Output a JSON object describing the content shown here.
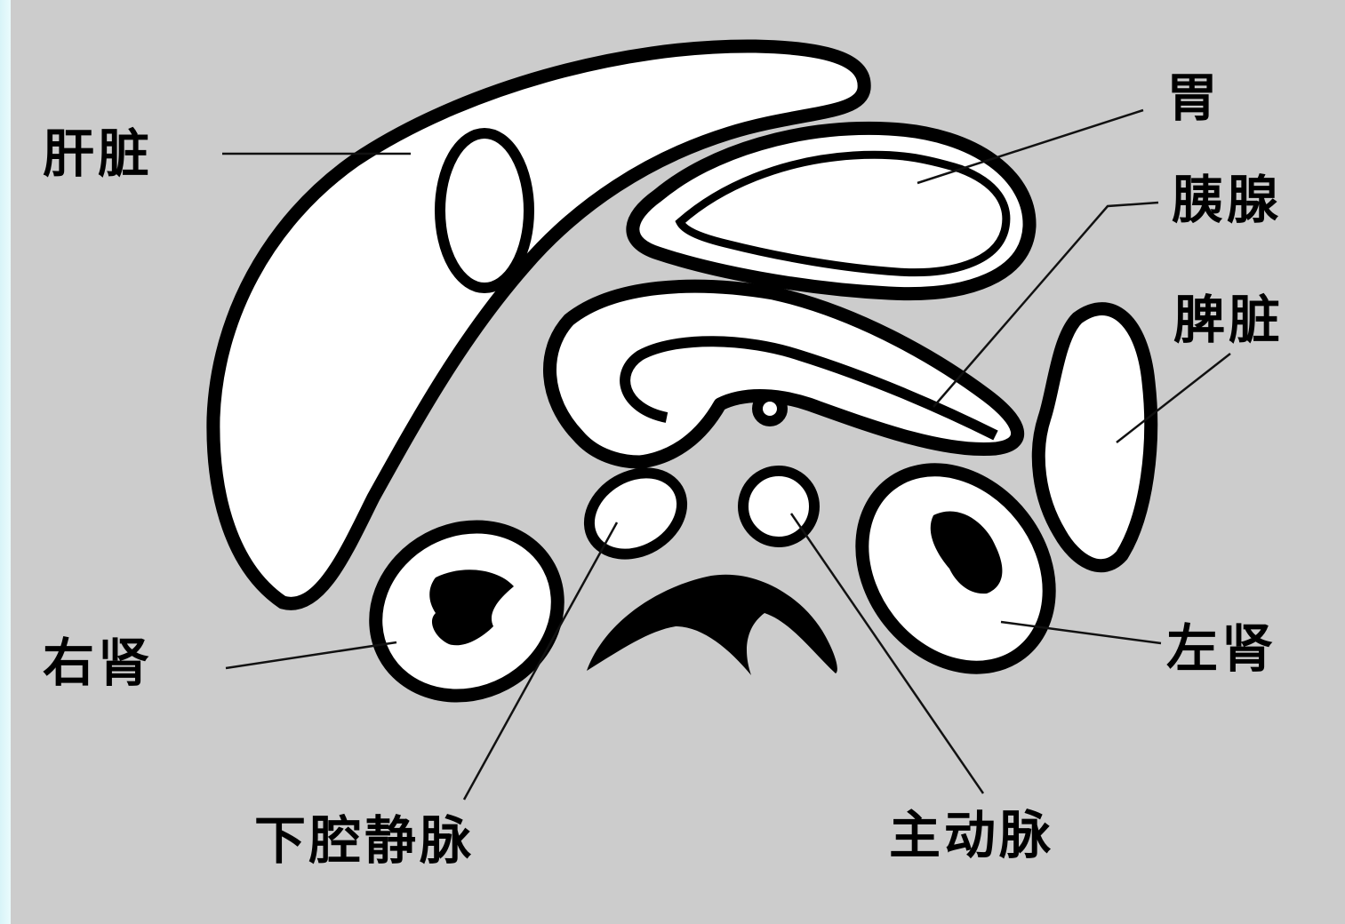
{
  "labels": {
    "liver": "肝脏",
    "stomach": "胃",
    "pancreas": "胰腺",
    "spleen": "脾脏",
    "right_kidney": "右肾",
    "left_kidney": "左肾",
    "ivc": "下腔静脉",
    "aorta": "主动脉"
  },
  "colors": {
    "background": "#cccccc",
    "left_strip": "#e6fafd",
    "organ_fill": "#ffffff",
    "outline": "#000000"
  }
}
